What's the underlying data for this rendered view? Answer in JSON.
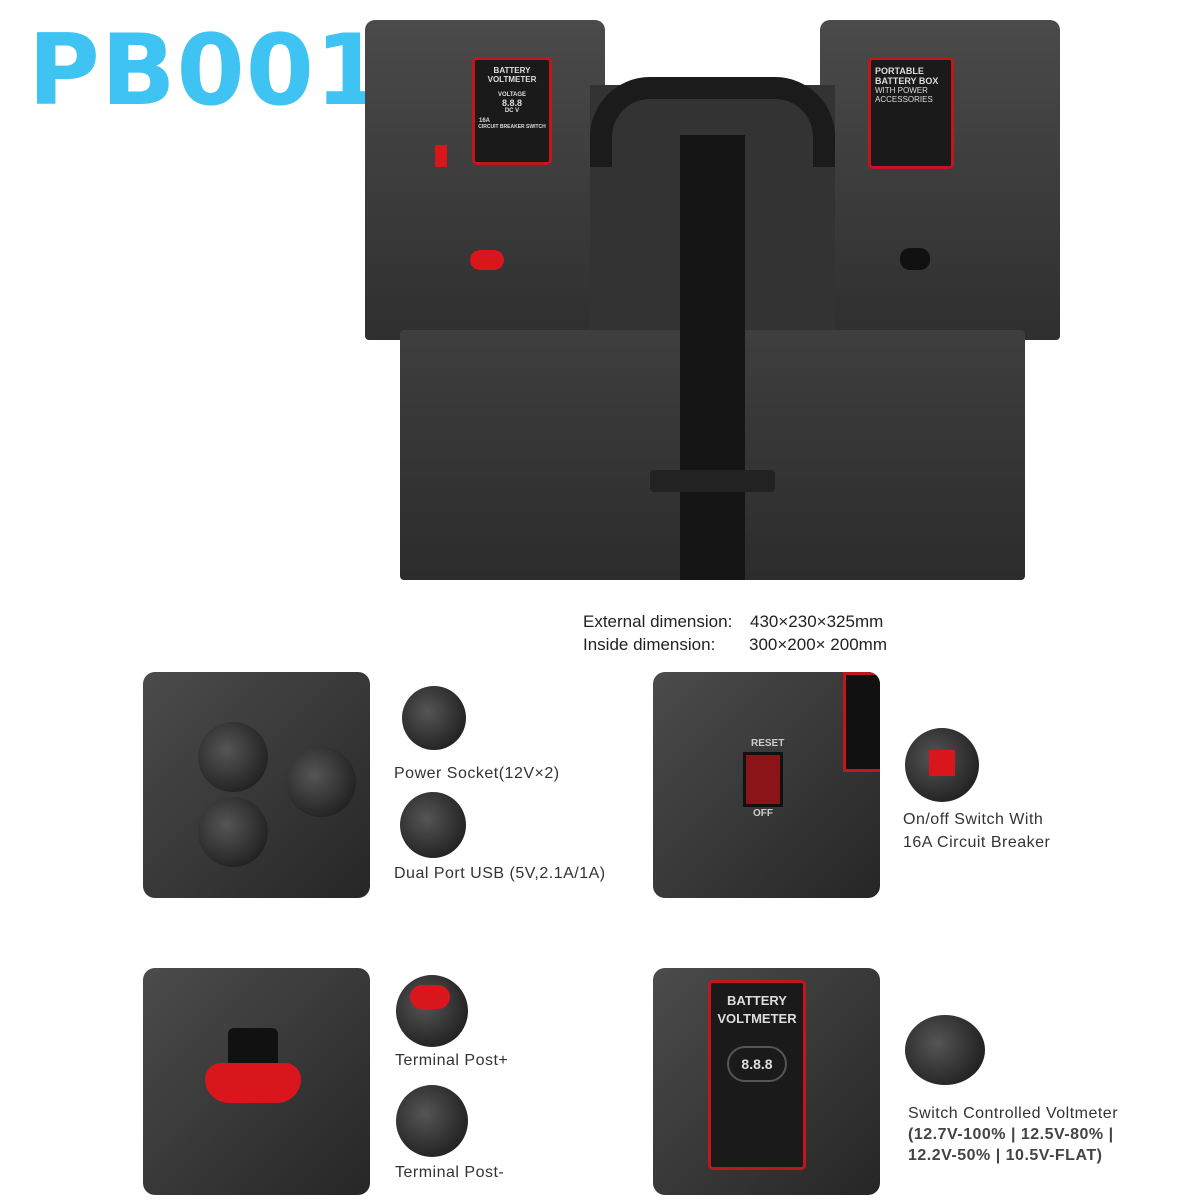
{
  "title": "PB001",
  "product": {
    "left_label": {
      "title_line1": "BATTERY",
      "title_line2": "VOLTMETER",
      "voltage": "VOLTAGE",
      "display": "8.8.8",
      "units": "DC   V",
      "rating": "16A",
      "switch": "CIRCUIT BREAKER SWITCH"
    },
    "right_label": {
      "line1": "PORTABLE",
      "line2": "BATTERY BOX",
      "line3": "WITH POWER",
      "line4": "ACCESSORIES"
    }
  },
  "dimensions": {
    "external_label": "External dimension:",
    "external_value": "430×230×325mm",
    "inside_label": "Inside dimension:",
    "inside_value": "300×200× 200mm"
  },
  "features": {
    "power_socket": "Power Socket(12V×2)",
    "usb": "Dual Port USB (5V,2.1A/1A)",
    "switch_line1": "On/off Switch With",
    "switch_line2": "16A Circuit Breaker",
    "switch_reset": "RESET",
    "switch_off": "OFF",
    "terminal_pos": "Terminal Post+",
    "terminal_neg": "Terminal Post-",
    "voltmeter_line1": "Switch Controlled Voltmeter",
    "voltmeter_line2": "(12.7V-100% | 12.5V-80% |",
    "voltmeter_line3": "12.2V-50% | 10.5V-FLAT)",
    "panel_voltmeter_title1": "BATTERY",
    "panel_voltmeter_title2": "VOLTMETER",
    "panel_voltmeter_display": "8.8.8"
  },
  "colors": {
    "title": "#3ec3f2",
    "accent_red": "#d9161c",
    "plastic": "#3a3a3a"
  }
}
